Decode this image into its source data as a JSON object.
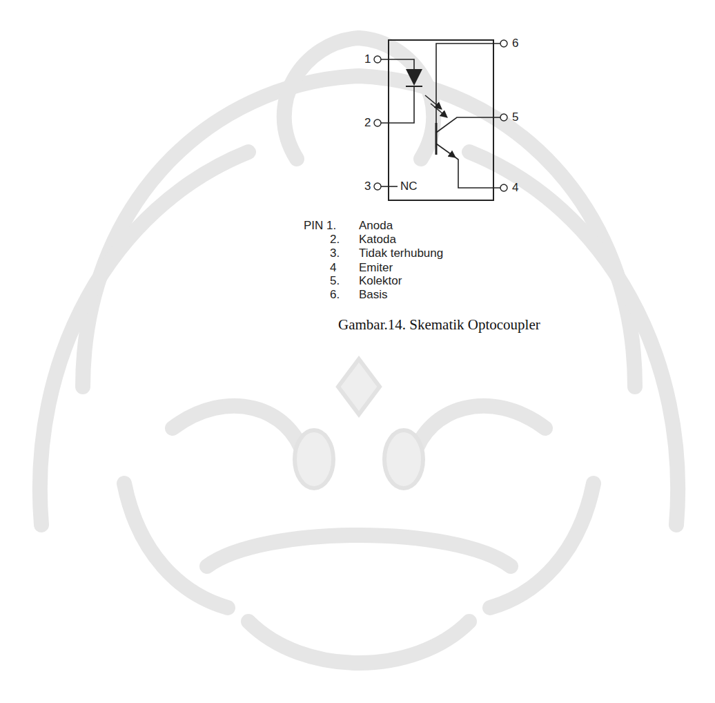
{
  "diagram": {
    "caption": "Gambar.14. Skematik Optocoupler",
    "labels": [
      "1",
      "2",
      "3",
      "NC",
      "6",
      "5",
      "4",
      "PIN 1.",
      "Anoda",
      "2.",
      "Katoda",
      "3.",
      "Tidak terhubung",
      "4",
      "Emiter",
      "5.",
      "Kolektor",
      "6.",
      "Basis"
    ]
  }
}
